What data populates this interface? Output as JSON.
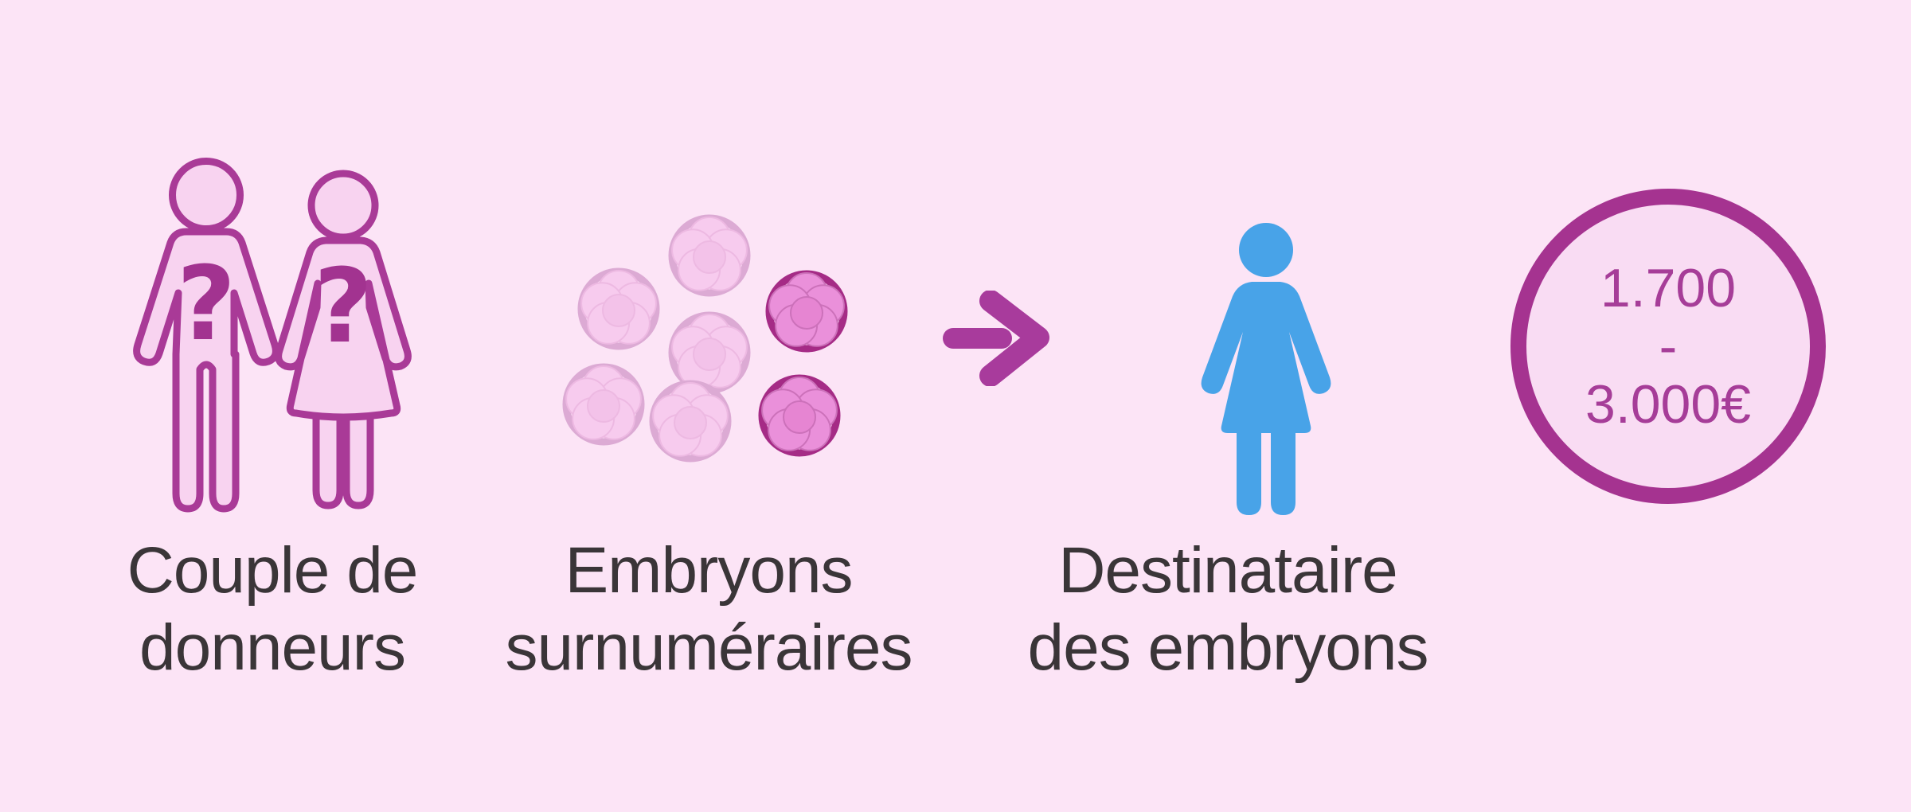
{
  "palette": {
    "bg": "#fce4f6",
    "outline": "#a93a97",
    "figure-fill": "#f8d3f0",
    "qmark": "#a23390",
    "text": "#3a3538",
    "arrow": "#a83b9c",
    "blue": "#48a3e8",
    "ring": "#a53390",
    "badge-bg": "#f9dcf3",
    "price-text": "#a63d98",
    "embryo-faded-ring": "#dcaad4",
    "embryo-faded-inner": "#fbdff5",
    "embryo-faded-petal": "#f7cbee",
    "embryo-faded-petal-edge": "#edb9e2",
    "embryo-faded-core": "#f3c2e9",
    "embryo-hl-ring": "#a52b86",
    "embryo-hl-inner": "#f6cfee",
    "embryo-hl-petal": "#ea90da",
    "embryo-hl-petal-edge": "#cc71ba",
    "embryo-hl-core": "#e685d2"
  },
  "groups": [
    {
      "id": "donor-couple",
      "label_lines": [
        "Couple de",
        "donneurs"
      ]
    },
    {
      "id": "surplus-embryos",
      "label_lines": [
        "Embryons",
        "surnuméraires"
      ]
    },
    {
      "id": "recipient",
      "label_lines": [
        "Destinataire",
        "des embryons"
      ]
    }
  ],
  "couple": {
    "question_mark": "?"
  },
  "embryos": {
    "count": 7,
    "highlighted_count": 2,
    "states": [
      "faded",
      "faded",
      "highlighted",
      "faded",
      "faded",
      "faded",
      "highlighted"
    ]
  },
  "price_badge": {
    "lines": [
      "1.700",
      "-",
      "3.000€"
    ]
  }
}
